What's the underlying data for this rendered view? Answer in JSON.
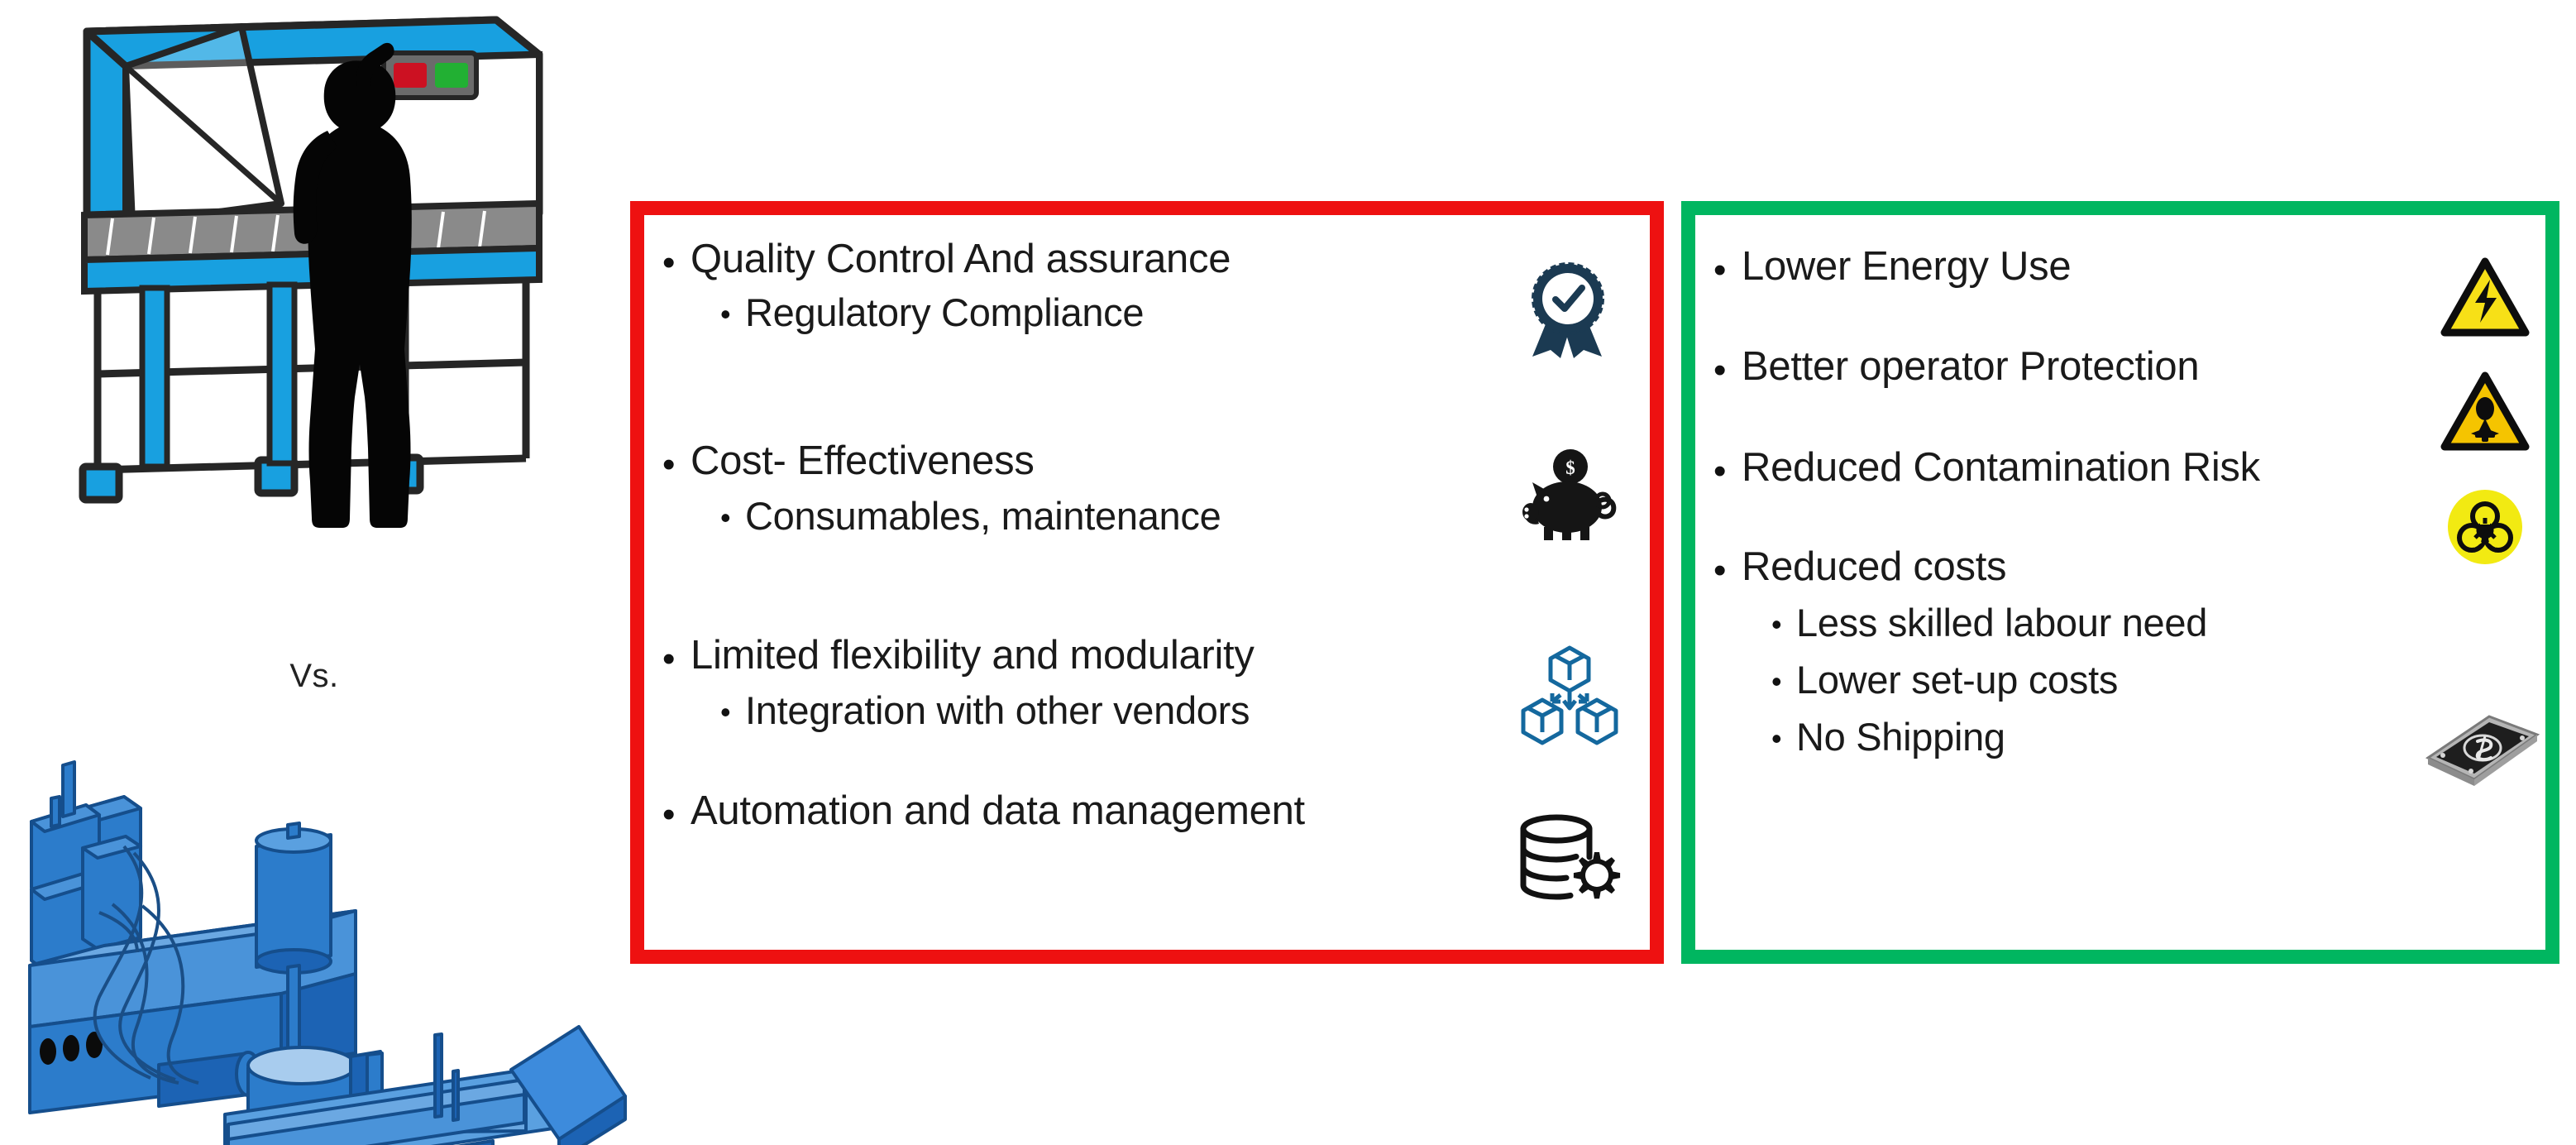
{
  "slide": {
    "comparison_label": "Vs.",
    "left_illustration": {
      "top_name": "biosafety-cabinet-with-operator",
      "bottom_name": "automated-lab-workstation",
      "cabinet_body_color": "#18A0E0",
      "cabinet_outline_color": "#262626",
      "cabinet_button_red": "#CC1122",
      "cabinet_button_green": "#22B033",
      "automation_color": "#1C6FC4",
      "automation_light_color": "#3D8BDC"
    }
  },
  "cons_panel": {
    "name": "disadvantages-panel",
    "border_color": "#EE1111",
    "items": [
      {
        "level": 1,
        "text": "Quality Control And assurance"
      },
      {
        "level": 2,
        "text": "Regulatory Compliance"
      },
      {
        "level": 1,
        "text": "Cost- Effectiveness"
      },
      {
        "level": 2,
        "text": "Consumables, maintenance"
      },
      {
        "level": 1,
        "text": "Limited flexibility and modularity"
      },
      {
        "level": 2,
        "text": "Integration with other vendors"
      },
      {
        "level": 1,
        "text": "Automation and data management"
      }
    ],
    "icons": [
      {
        "name": "quality-badge-icon",
        "color": "#1B3A52"
      },
      {
        "name": "piggy-bank-icon",
        "color": "#151515"
      },
      {
        "name": "modular-cubes-icon",
        "color": "#14689E"
      },
      {
        "name": "database-gear-icon",
        "color": "#111111"
      }
    ]
  },
  "pros_panel": {
    "name": "advantages-panel",
    "border_color": "#00B660",
    "items": [
      {
        "level": 1,
        "text": "Lower Energy Use"
      },
      {
        "level": 1,
        "text": "Better operator Protection"
      },
      {
        "level": 1,
        "text": "Reduced Contamination Risk"
      },
      {
        "level": 1,
        "text": "Reduced costs"
      },
      {
        "level": 2,
        "text": "Less skilled labour need"
      },
      {
        "level": 2,
        "text": "Lower set-up costs"
      },
      {
        "level": 2,
        "text": "No Shipping"
      }
    ],
    "icons": [
      {
        "name": "electrical-hazard-warning-icon",
        "color": "#F7E017"
      },
      {
        "name": "crush-hazard-warning-icon",
        "color": "#F5C400"
      },
      {
        "name": "biohazard-icon",
        "color": "#F2EA12"
      },
      {
        "name": "banknote-icon",
        "color": "#2B2B2B"
      }
    ]
  }
}
